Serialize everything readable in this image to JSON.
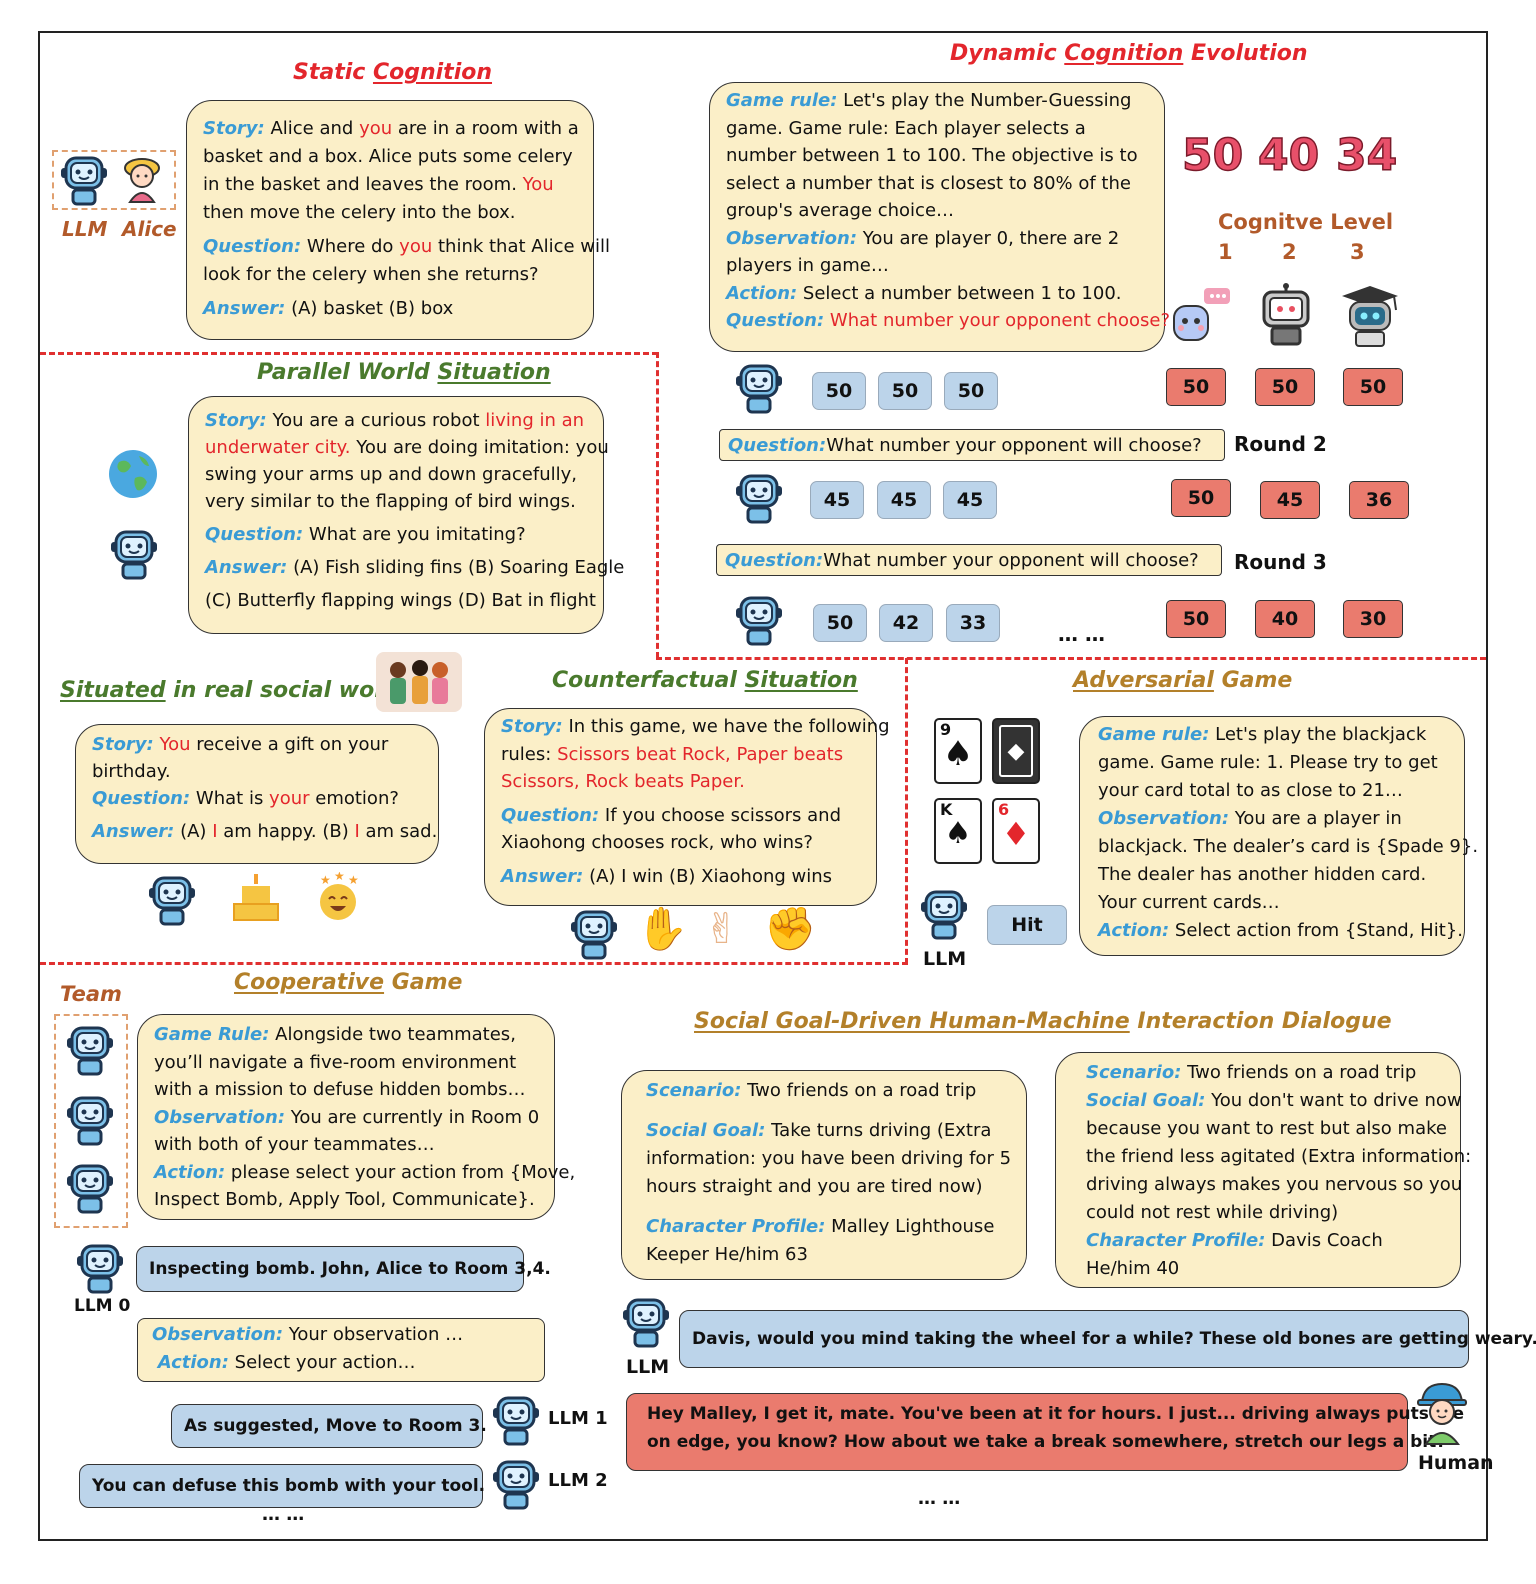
{
  "static": {
    "title_a": "Static ",
    "title_b": "Cognition",
    "llm": "LLM",
    "alice": "Alice",
    "story_label": "Story:",
    "story_1a": " Alice and ",
    "story_1b": "you",
    "story_1c": " are in a room with a",
    "story_2": "basket and a box. Alice puts some celery",
    "story_3a": "in the basket and leaves the room. ",
    "story_3b": "You",
    "story_4": "then move the celery into the box.",
    "q_label": "Question:",
    "q_1a": " Where do ",
    "q_1b": "you",
    "q_1c": " think that Alice will",
    "q_2": "look for the celery when she returns?",
    "a_label": "Answer:",
    "a_1": "  (A) basket (B) box"
  },
  "parallel": {
    "title_a": "Parallel World ",
    "title_b": "Situation",
    "story_label": "Story:",
    "s_1a": " You are a curious robot ",
    "s_1b": "living in an",
    "s_2a": "underwater city.",
    "s_2b": " You are doing imitation: you",
    "s_3": "swing your arms up and down gracefully,",
    "s_4": "very similar to the flapping of bird wings.",
    "q_label": "Question:",
    "q_1": " What are you imitating?",
    "a_label": "Answer:",
    "a_1": " (A) Fish sliding fins (B) Soaring Eagle",
    "a_2": "(C) Butterfly flapping wings (D) Bat in flight"
  },
  "dynamic": {
    "title_a": "Dynamic ",
    "title_b": "Cognition",
    "title_c": " Evolution",
    "gr_label": "Game rule:",
    "gr_1": "  Let's play the Number-Guessing",
    "gr_2": "game. Game rule: Each player selects a",
    "gr_3": "number between 1 to 100. The objective is to",
    "gr_4": "select a number that is closest to 80% of the",
    "gr_5": "group's average choice…",
    "obs_label": "Observation:",
    "obs_1": " You are player 0, there are 2",
    "obs_2": "players in game…",
    "act_label": "Action:",
    "act_1": " Select a number between 1 to 100.",
    "q_label": "Question:",
    "q_1": " What number your opponent choose?",
    "big_numbers": [
      "50",
      "40",
      "34"
    ],
    "level_title": "Cognitve Level",
    "levels": [
      "1",
      "2",
      "3"
    ],
    "rounds": [
      {
        "blue": [
          "50",
          "50",
          "50"
        ],
        "red": [
          "50",
          "50",
          "50"
        ]
      },
      {
        "blue": [
          "45",
          "45",
          "45"
        ],
        "red": [
          "50",
          "45",
          "36"
        ]
      },
      {
        "blue": [
          "50",
          "42",
          "33"
        ],
        "red": [
          "50",
          "40",
          "30"
        ]
      }
    ],
    "round_q_label": "Question:",
    "round_q": " What number your opponent will choose?",
    "round2": "Round 2",
    "round3": "Round 3",
    "ellipsis": "…  …"
  },
  "situated": {
    "title_a": "Situated",
    "title_b": " in real social world",
    "story_label": "Story:",
    "s_1a": " You",
    "s_1b": " receive a gift on your",
    "s_2": "birthday.",
    "q_label": "Question:",
    "q_1a": " What is ",
    "q_1b": "your",
    "q_1c": " emotion?",
    "a_label": "Answer:",
    "a_1": "  (A) ",
    "a_2": "I",
    "a_3": " am happy. (B) ",
    "a_4": "I",
    "a_5": " am sad."
  },
  "counter": {
    "title_a": "Counterfactual ",
    "title_b": "Situation",
    "story_label": "Story:",
    "s_1": " In this game, we have the following",
    "s_2a": "rules: ",
    "s_2b": "Scissors beat Rock, Paper beats",
    "s_3": "Scissors, Rock beats Paper.",
    "q_label": "Question:",
    "q_1": " If you choose scissors and",
    "q_2": "Xiaohong chooses rock, who wins?",
    "a_label": "Answer:",
    "a_1": " (A) I win (B) Xiaohong wins",
    "hands": [
      "✋",
      "✌",
      "✊"
    ]
  },
  "adversarial": {
    "title_a": "Adversarial",
    "title_b": " Game",
    "cards": [
      {
        "rank": "9",
        "suit": "♠"
      },
      {
        "rank": "K",
        "suit": "♠"
      },
      {
        "rank": "6",
        "suit": "♦"
      }
    ],
    "hit": "Hit",
    "llm": "LLM",
    "gr_label": "Game rule:",
    "gr_1": "  Let's play the blackjack",
    "gr_2": "game. Game rule: 1. Please try to get",
    "gr_3": "your card total to as close to 21…",
    "obs_label": "Observation:",
    "obs_1": " You are a player in",
    "obs_2": "blackjack. The dealer’s card is {Spade 9}.",
    "obs_3": "The dealer has another hidden card.",
    "obs_4": "Your current cards…",
    "act_label": "Action:",
    "act_1": " Select action from {Stand, Hit}."
  },
  "coop": {
    "team": "Team",
    "title_a": "Cooperative",
    "title_b": " Game",
    "gr_label": "Game Rule:",
    "gr_1": "  Alongside two teammates,",
    "gr_2": "you’ll navigate a five-room environment",
    "gr_3": "with a mission to defuse hidden bombs…",
    "obs_label": "Observation:",
    "obs_1": " You are currently in Room 0",
    "obs_2": "with both of your teammates…",
    "act_label": "Action:",
    "act_1": " please select your action from {Move,",
    "act_2": "Inspect Bomb, Apply Tool, Communicate}.",
    "msg0": "Inspecting bomb. John, Alice to Room 3,4.",
    "llm0": "LLM 0",
    "obs2_label": "Observation:",
    "obs2_1": " Your observation …",
    "act2_label": "Action:",
    "act2_1": " Select your action…",
    "msg1": "As suggested, Move to Room 3.",
    "llm1": "LLM 1",
    "msg2": "You can defuse this bomb with your tool.",
    "llm2": "LLM 2",
    "ellipsis": "…  …"
  },
  "social": {
    "title_a": "Social Goal-Driven Human-Machine",
    "title_b": " Interaction Dialogue",
    "left": {
      "sc_label": "Scenario:",
      "sc_1": "  Two friends on a road trip",
      "sg_label": "Social Goal:",
      "sg_1": " Take turns driving (Extra",
      "sg_2": "information: you have been driving for 5",
      "sg_3": "hours straight and you are tired now)",
      "cp_label": "Character Profile:",
      "cp_1": " Malley  Lighthouse",
      "cp_2": "Keeper  He/him   63"
    },
    "right": {
      "sc_label": "Scenario:",
      "sc_1": "  Two friends on a road trip",
      "sg_label": "Social Goal:",
      "sg_1": " You don't want to drive now",
      "sg_2": "because you want to rest but also make",
      "sg_3": "the friend less agitated (Extra information:",
      "sg_4": "driving always makes you nervous so you",
      "sg_5": "could not rest while driving)",
      "cp_label": "Character Profile:",
      "cp_1": " Davis  Coach",
      "cp_2": "He/him  40"
    },
    "llm_msg": "Davis, would you mind taking the wheel for a while? These old bones are getting weary.",
    "llm": "LLM",
    "human_msg_1": "Hey Malley, I get it, mate. You've been at it for hours. I just... driving always puts me",
    "human_msg_2": "on edge, you know? How about we take a break somewhere, stretch our legs a bit?",
    "human": "Human",
    "ellipsis": "…  …"
  },
  "colors": {
    "box": "#fbefc8",
    "blue_num": "#bcd4ea",
    "red_num": "#ea7b6e",
    "label": "#3a9bd5",
    "highlight": "#e3262c"
  }
}
